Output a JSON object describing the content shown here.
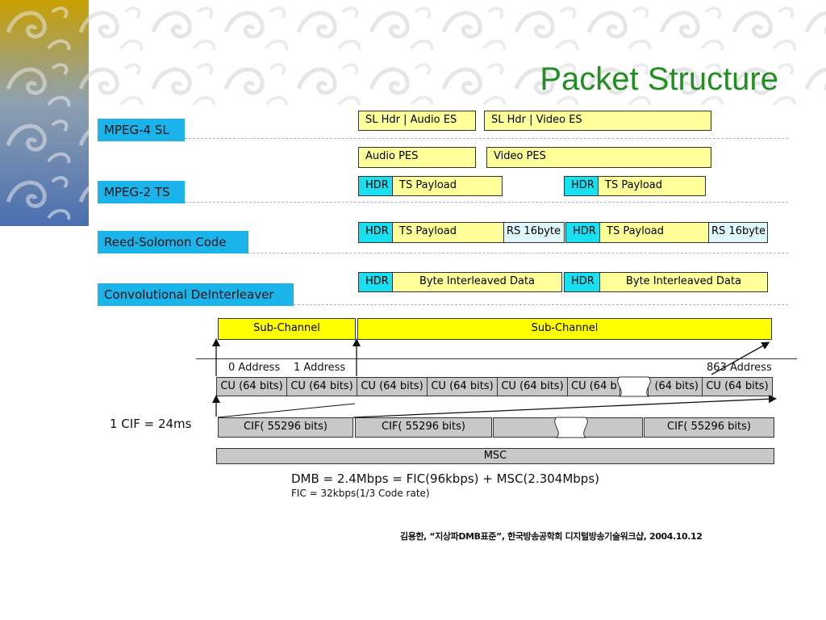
{
  "title": "Packet Structure",
  "layers": {
    "mpeg4": "MPEG-4 SL",
    "mpeg2": "MPEG-2 TS",
    "rs": "Reed-Solomon Code",
    "conv": "Convolutional DeInterleaver"
  },
  "sl": {
    "audio_es": "SL Hdr | Audio ES",
    "video_es": "SL Hdr | Video ES"
  },
  "pes": {
    "audio": "Audio PES",
    "video": "Video PES"
  },
  "ts": {
    "hdr": "HDR",
    "payload": "TS Payload"
  },
  "rs": {
    "hdr": "HDR",
    "payload": "TS Payload",
    "code": "RS 16byte"
  },
  "interleave": {
    "hdr": "HDR",
    "data": "Byte Interleaved Data"
  },
  "subchannel": {
    "label": "Sub-Channel"
  },
  "address": {
    "a0": "0 Address",
    "a1": "1 Address",
    "a863": "863 Address"
  },
  "cu": {
    "label": "CU (64 bits)",
    "partial_left": "CU (64 b",
    "partial_right": "(64 bits)"
  },
  "cif": {
    "label": "CIF( 55296 bits)",
    "duration": "1 CIF = 24ms"
  },
  "msc": "MSC",
  "formula": {
    "main": "DMB = 2.4Mbps = FIC(96kbps) + MSC(2.304Mbps)",
    "sub": "FIC = 32kbps(1/3 Code rate)"
  },
  "citation": "김용한, “지상파DMB표준”, 한국방송공학회 디지털방송기술워크샵, 2004.10.12",
  "colors": {
    "title": "#1f8f1f",
    "label_bg": "#1ab4ea",
    "payload": "#ffff99",
    "hdr": "#18e0f0",
    "rs": "#dff6fb",
    "subchannel": "#ffff00",
    "cu": "#c8c8c8"
  }
}
